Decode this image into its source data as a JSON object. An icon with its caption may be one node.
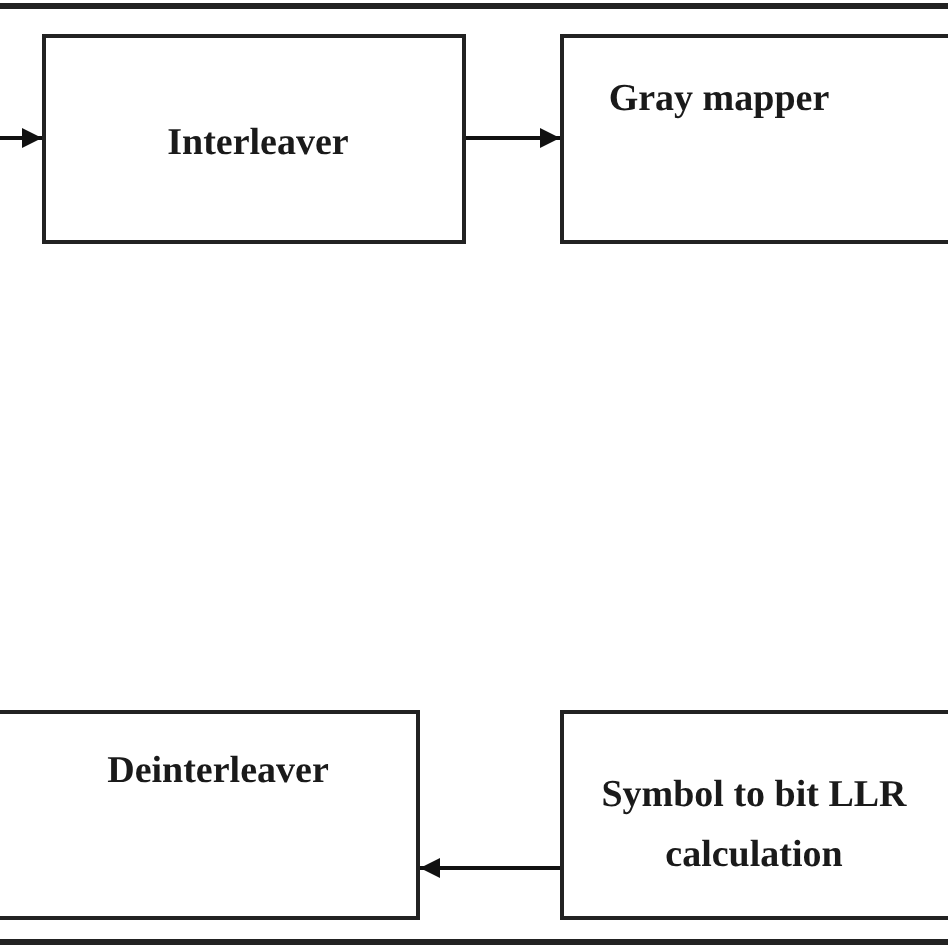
{
  "diagram": {
    "nodes": [
      {
        "text": [
          "Interleaver"
        ]
      },
      {
        "text": [
          "Gray mapper"
        ]
      },
      {
        "text": [
          "Deinterleaver"
        ]
      },
      {
        "text": [
          "Symbol to bit LLR calculation"
        ]
      }
    ],
    "edges": [
      {
        "from": null,
        "to": 0,
        "arrow": "to"
      },
      {
        "from": 0,
        "to": 1,
        "arrow": "to"
      },
      {
        "from": 3,
        "to": 2,
        "arrow": "to"
      }
    ]
  }
}
